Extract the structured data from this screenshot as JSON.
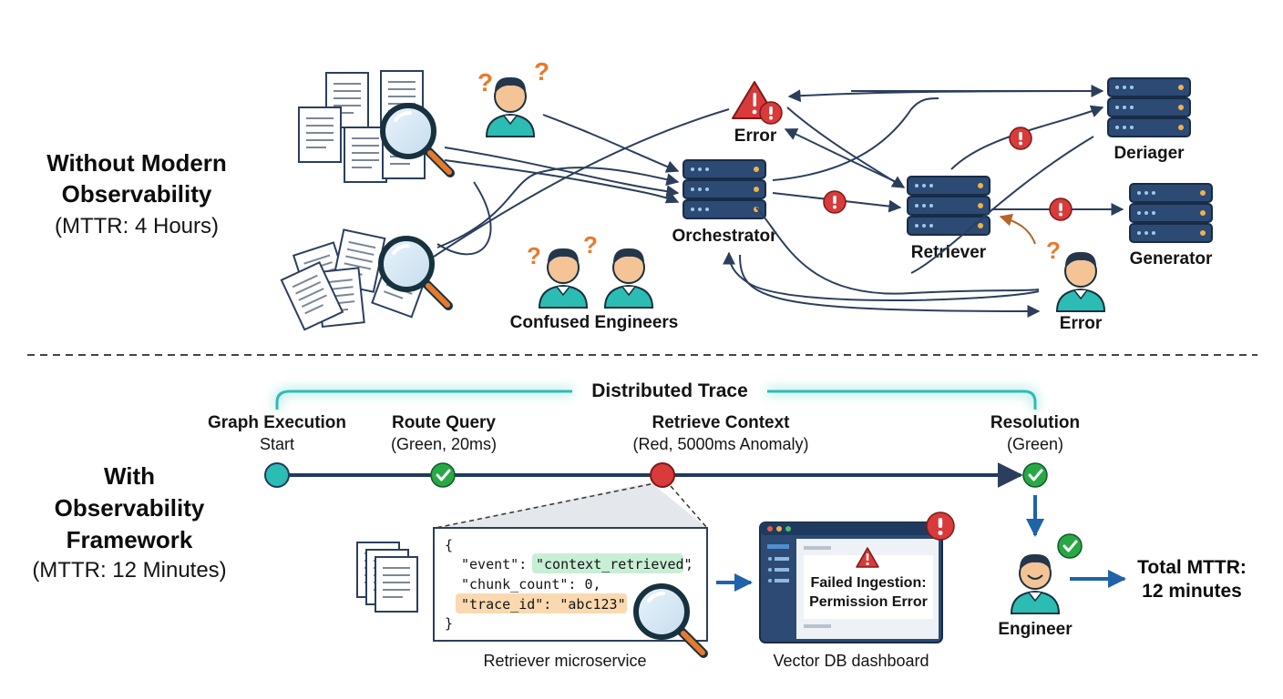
{
  "top": {
    "heading_line1": "Without Modern",
    "heading_line2": "Observability",
    "mttr": "(MTTR: 4 Hours)",
    "error_top": "Error",
    "orchestrator": "Orchestrator",
    "retriever": "Retriever",
    "deriager": "Deriager",
    "generator": "Generator",
    "confused_engineers": "Confused Engineers",
    "error_bottom": "Error"
  },
  "bottom": {
    "heading_line1": "With",
    "heading_line2": "Observability",
    "heading_line3": "Framework",
    "mttr": "(MTTR: 12 Minutes)",
    "trace_title": "Distributed Trace",
    "steps": [
      {
        "title": "Graph Execution",
        "detail": "Start"
      },
      {
        "title": "Route Query",
        "detail": "(Green, 20ms)"
      },
      {
        "title": "Retrieve Context",
        "detail": "(Red, 5000ms Anomaly)"
      },
      {
        "title": "Resolution",
        "detail": "(Green)"
      }
    ],
    "log": {
      "open": "{",
      "event_key": "\"event\": ",
      "event_val": "\"context_retrieved\"",
      "event_tail": ",",
      "count_line": "\"chunk_count\": 0,",
      "trace_line": "\"trace_id\": \"abc123\"",
      "close": "}"
    },
    "retriever_caption": "Retriever microservice",
    "dashboard_msg_1": "Failed Ingestion:",
    "dashboard_msg_2": "Permission Error",
    "dashboard_caption": "Vector DB dashboard",
    "engineer": "Engineer",
    "total_line1": "Total MTTR:",
    "total_line2": "12 minutes"
  },
  "colors": {
    "navy": "#1f3a5f",
    "server": "#2c4a73",
    "arrow": "#2b3f5c",
    "red": "#d93a3a",
    "green": "#27a844",
    "teal": "#2bbdb4",
    "orange": "#e8792b",
    "blue": "#1f63a8"
  }
}
